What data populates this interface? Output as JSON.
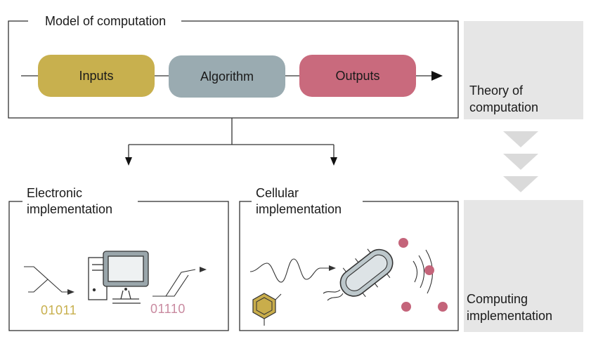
{
  "model": {
    "title": "Model of computation",
    "inputs_label": "Inputs",
    "algorithm_label": "Algorithm",
    "outputs_label": "Outputs"
  },
  "sidebar": {
    "theory_line1": "Theory of",
    "theory_line2": "computation",
    "impl_line1": "Computing",
    "impl_line2": "implementation"
  },
  "electronic": {
    "title_line1": "Electronic",
    "title_line2": "implementation",
    "input_code": "01011",
    "output_code": "01110"
  },
  "cellular": {
    "title_line1": "Cellular",
    "title_line2": "implementation"
  },
  "colors": {
    "inputs": "#c8b04e",
    "algorithm": "#9aabb1",
    "outputs": "#c96a7d",
    "input_code": "#c8b04e",
    "output_code": "#c98aa0",
    "dots": "#c4647a",
    "panel_gray": "#e6e6e6"
  }
}
